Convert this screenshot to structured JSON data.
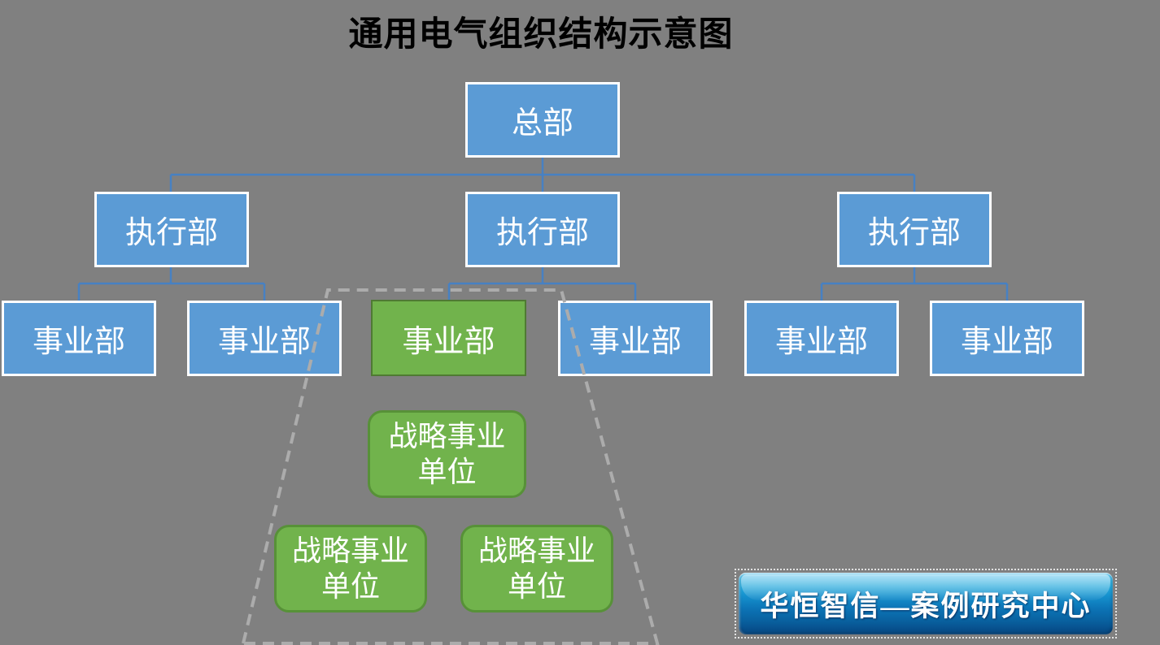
{
  "title": "通用电气组织结构示意图",
  "colors": {
    "background": "#808080",
    "box_blue_fill": "#5B9BD5",
    "box_border_white": "#FFFFFF",
    "box_green_fill": "#71B34C",
    "box_green_border": "#4F7A33",
    "connector_blue": "#4781C3",
    "dashed_gray": "#ACACAC",
    "banner_blue": "#0C74B6",
    "title_black": "#000000"
  },
  "org_chart": {
    "root": {
      "label": "总部"
    },
    "executive_departments": [
      {
        "label": "执行部"
      },
      {
        "label": "执行部"
      },
      {
        "label": "执行部"
      }
    ],
    "business_divisions": [
      {
        "label": "事业部",
        "highlight": false
      },
      {
        "label": "事业部",
        "highlight": false
      },
      {
        "label": "事业部",
        "highlight": true
      },
      {
        "label": "事业部",
        "highlight": false
      },
      {
        "label": "事业部",
        "highlight": false
      },
      {
        "label": "事业部",
        "highlight": false
      }
    ],
    "strategic_business_units": [
      {
        "line1": "战略事业",
        "line2": "单位"
      },
      {
        "line1": "战略事业",
        "line2": "单位"
      },
      {
        "line1": "战略事业",
        "line2": "单位"
      }
    ]
  },
  "banner": {
    "label": "华恒智信—案例研究中心"
  }
}
